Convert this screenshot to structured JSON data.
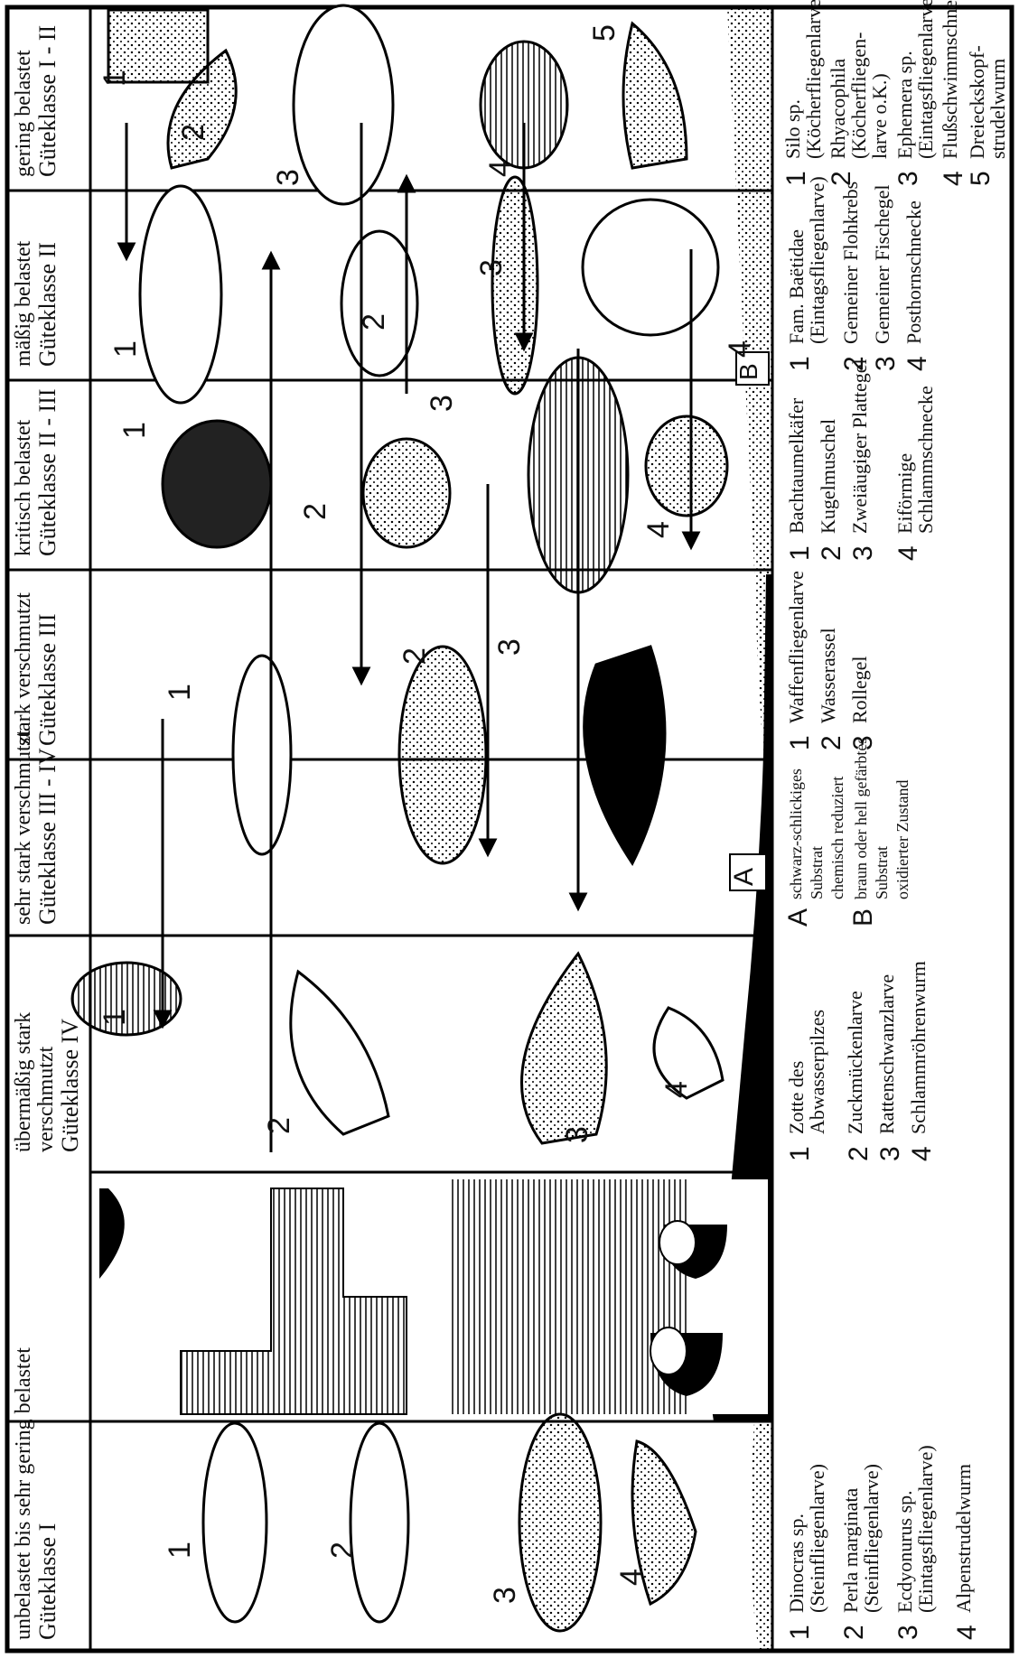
{
  "columns": [
    {
      "id": "c1",
      "title": "unbelastet bis sehr gering belastet",
      "class": "Güteklasse I",
      "species": [
        {
          "n": "1",
          "name": "Dinocras sp.",
          "sub": "(Steinfliegenlarve)"
        },
        {
          "n": "2",
          "name": "Perla marginata",
          "sub": "(Steinfliegenlarve)"
        },
        {
          "n": "3",
          "name": "Ecdyonurus sp.",
          "sub": "(Eintagsfliegenlarve)"
        },
        {
          "n": "4",
          "name": "Alpenstrudelwurm",
          "sub": ""
        }
      ]
    },
    {
      "id": "c2",
      "title": "übermäßig stark verschmutzt",
      "class": "Güteklasse IV",
      "species": [
        {
          "n": "1",
          "name": "Zotte des",
          "sub": "Abwasserpilzes"
        },
        {
          "n": "2",
          "name": "Zuckmückenlarve",
          "sub": ""
        },
        {
          "n": "3",
          "name": "Rattenschwanzlarve",
          "sub": ""
        },
        {
          "n": "4",
          "name": "Schlammröhrenwurm",
          "sub": ""
        }
      ]
    },
    {
      "id": "c3",
      "title": "sehr stark verschmutzt",
      "class": "Güteklasse III - IV",
      "species": []
    },
    {
      "id": "c4",
      "title": "stark verschmutzt",
      "class": "Güteklasse III",
      "species": [
        {
          "n": "1",
          "name": "Waffenfliegenlarve",
          "sub": ""
        },
        {
          "n": "2",
          "name": "Wasserassel",
          "sub": ""
        },
        {
          "n": "3",
          "name": "Rollegel",
          "sub": ""
        }
      ]
    },
    {
      "id": "c5",
      "title": "kritisch belastet",
      "class": "Güteklasse II - III",
      "species": [
        {
          "n": "1",
          "name": "Bachtaumelkäfer",
          "sub": ""
        },
        {
          "n": "2",
          "name": "Kugelmuschel",
          "sub": ""
        },
        {
          "n": "3",
          "name": "Zweiäugiger Plattegel",
          "sub": ""
        },
        {
          "n": "4",
          "name": "Eiförmige",
          "sub": "Schlammschnecke"
        }
      ]
    },
    {
      "id": "c6",
      "title": "mäßig belastet",
      "class": "Güteklasse II",
      "species": [
        {
          "n": "1",
          "name": "Fam. Baëtidae",
          "sub": "(Eintagsfliegenlarve)"
        },
        {
          "n": "2",
          "name": "Gemeiner Flohkrebs",
          "sub": ""
        },
        {
          "n": "3",
          "name": "Gemeiner Fischegel",
          "sub": ""
        },
        {
          "n": "4",
          "name": "Posthornschnecke",
          "sub": ""
        }
      ]
    },
    {
      "id": "c7",
      "title": "gering belastet",
      "class": "Güteklasse I - II",
      "species": [
        {
          "n": "1",
          "name": "Silo sp.",
          "sub": "(Köcherfliegenlarve)"
        },
        {
          "n": "2",
          "name": "Rhyacophila",
          "sub": "(Köcherfliegen-",
          "sub2": "larve o.K.)"
        },
        {
          "n": "3",
          "name": "Ephemera sp.",
          "sub": "(Eintagsfliegenlarve)"
        },
        {
          "n": "4",
          "name": "Flußschwimmschnecke",
          "sub": ""
        },
        {
          "n": "5",
          "name": "Dreieckskopf-",
          "sub": "strudelwurm"
        }
      ]
    }
  ],
  "substrate": {
    "A": {
      "letter": "A",
      "line1": "schwarz-schlickiges",
      "line2": "Substrat",
      "line3": "chemisch reduziert"
    },
    "B": {
      "letter": "B",
      "line1": "braun oder hell gefärbtes",
      "line2": "Substrat",
      "line3": "oxidierter Zustand"
    }
  },
  "figure_numbers": [
    "1",
    "2",
    "3",
    "4",
    "5"
  ]
}
